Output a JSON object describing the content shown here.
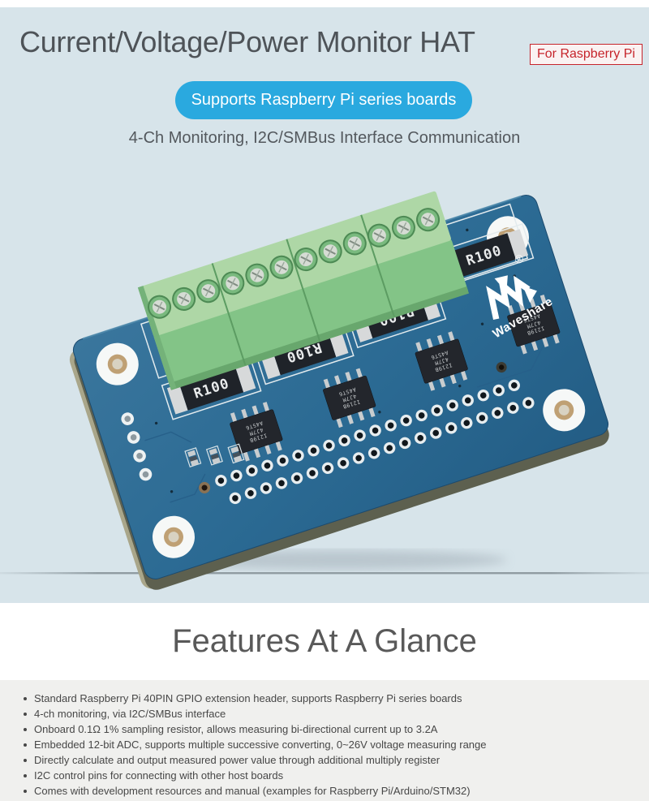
{
  "hero": {
    "title": "Current/Voltage/Power Monitor HAT",
    "badge": "For Raspberry Pi",
    "pill": "Supports Raspberry Pi series boards",
    "subtitle": "4-Ch Monitoring, I2C/SMBus Interface Communication",
    "colors": {
      "background": "#d7e4ea",
      "accent_blue": "#2aa9df",
      "accent_red": "#c6242b",
      "text": "#4e5358"
    }
  },
  "board": {
    "brand": "Waveshare",
    "registered_mark": "®",
    "resistor_label": "R100",
    "chip_lines": [
      "I219B",
      "4J7M",
      "A4ST6"
    ],
    "gpio_pin_count": 40,
    "terminal_count": 12,
    "colors": {
      "pcb_blue": "#2c6b94",
      "terminal_green": "#8cc88e",
      "silkscreen_white": "#eef3f5"
    }
  },
  "features": {
    "heading": "Features At A Glance",
    "section_background": "#f0f0ee",
    "items": [
      "Standard Raspberry Pi 40PIN GPIO extension header, supports Raspberry Pi series boards",
      "4-ch monitoring, via I2C/SMBus interface",
      "Onboard 0.1Ω 1% sampling resistor, allows measuring bi-directional current up to 3.2A",
      "Embedded 12-bit ADC, supports multiple successive converting, 0~26V voltage measuring range",
      "Directly calculate and output measured power value through additional multiply register",
      "I2C control pins for connecting with other host boards",
      "Comes with development resources and manual (examples for Raspberry Pi/Arduino/STM32)"
    ]
  }
}
